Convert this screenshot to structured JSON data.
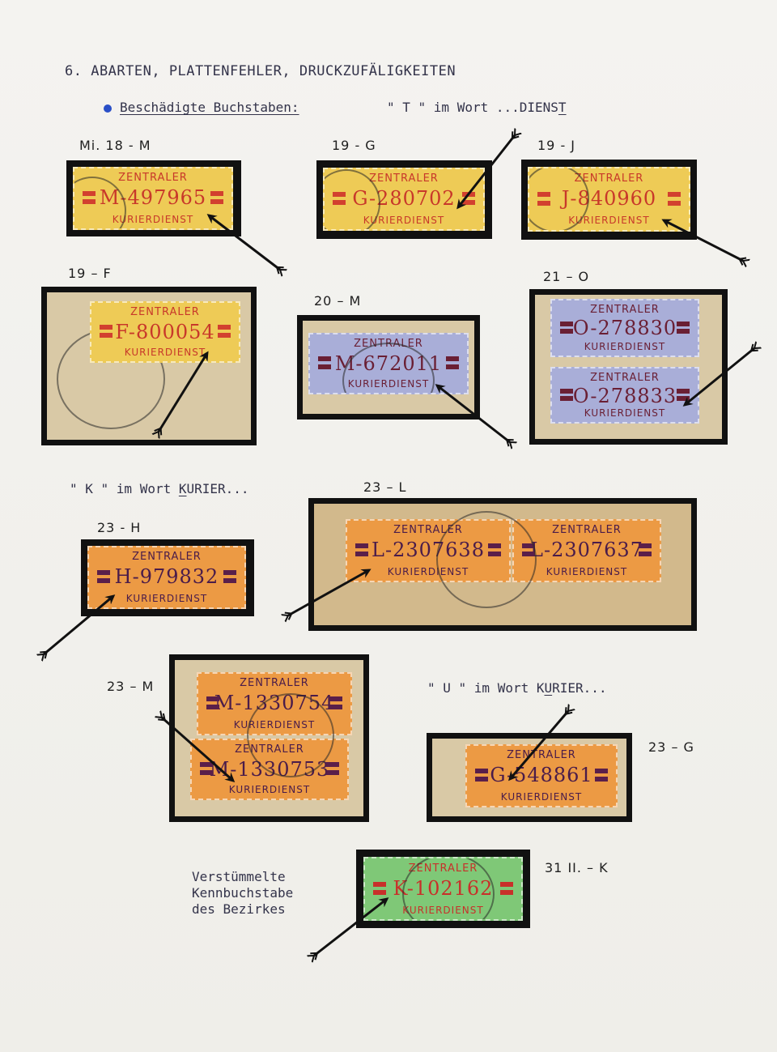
{
  "heading": "6.  ABARTEN, PLATTENFEHLER, DRUCKZUFÄLIGKEITEN",
  "section_t": {
    "label": "Beschädigte Buchstaben:",
    "note_prefix": "\" T \" im Wort ...DIENS",
    "note_letter": "T"
  },
  "section_k": {
    "prefix": "\" K \" im Wort ",
    "letter": "K",
    "suffix": "URIER..."
  },
  "section_u": {
    "prefix": "\" U \" im Wort K",
    "letter": "U",
    "suffix": "RIER..."
  },
  "section_last": {
    "line1": "Verstümmelte",
    "line2": "Kennbuchstabe",
    "line3": "des Bezirkes"
  },
  "labels": {
    "l18m": "Mi. 18 - M",
    "l19g": "19 - G",
    "l19j": "19 - J",
    "l19f": "19 – F",
    "l20m": "20 – M",
    "l21o": "21 – O",
    "l23l": "23 – L",
    "l23h": "23  - H",
    "l23m": "23 – M",
    "l23g": "23 – G",
    "l31k": "31 II. – K"
  },
  "stamp_text": {
    "name": "ZENTRALER",
    "desc": "KURIERDIENST"
  },
  "stamps": {
    "s18m": "M-497965",
    "s19g": "G-280702",
    "s19j": "J-840960",
    "s19f": "F-800054",
    "s20m": "M-672011",
    "s21o_a": "O-278830",
    "s21o_b": "O-278833",
    "s23l_a": "L-2307638",
    "s23l_b": "L-2307637",
    "s23h": "H-979832",
    "s23m_a": "M-1330754",
    "s23m_b": "M-1330753",
    "s23g": "G-548861",
    "s31k": "K-102162"
  }
}
